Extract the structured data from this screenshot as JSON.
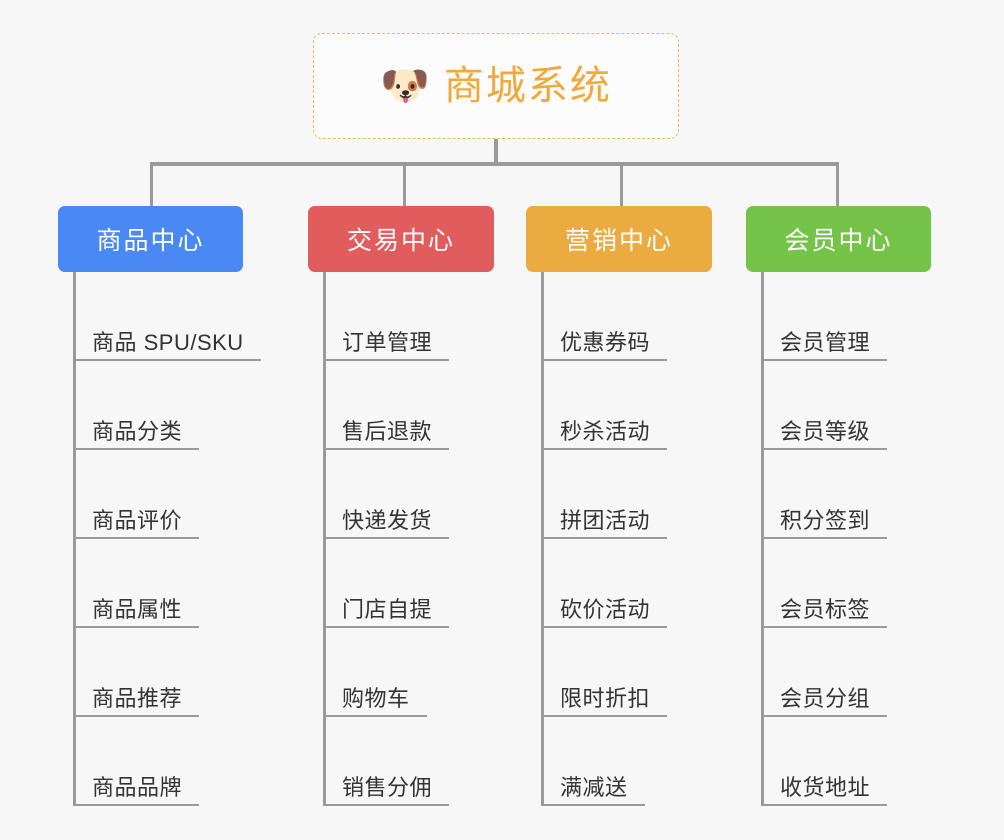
{
  "diagram": {
    "type": "mind-map-tree",
    "background_color": "#f7f7f7",
    "root": {
      "icon": "dog-face-icon",
      "emoji": "🐶",
      "title": "商城系统",
      "title_color": "#f0a93a",
      "border_style": "dashed",
      "border_color": "#e9b96b"
    },
    "columns": [
      {
        "header": "商品中心",
        "color": "#4a89f3",
        "name": "product-center",
        "items": [
          "商品 SPU/SKU",
          "商品分类",
          "商品评价",
          "商品属性",
          "商品推荐",
          "商品品牌"
        ]
      },
      {
        "header": "交易中心",
        "color": "#e15c5c",
        "name": "trade-center",
        "items": [
          "订单管理",
          "售后退款",
          "快递发货",
          "门店自提",
          "购物车",
          "销售分佣"
        ]
      },
      {
        "header": "营销中心",
        "color": "#eaab41",
        "name": "marketing-center",
        "items": [
          "优惠券码",
          "秒杀活动",
          "拼团活动",
          "砍价活动",
          "限时折扣",
          "满减送"
        ]
      },
      {
        "header": "会员中心",
        "color": "#76c košice"
      }
    ]
  }
}
